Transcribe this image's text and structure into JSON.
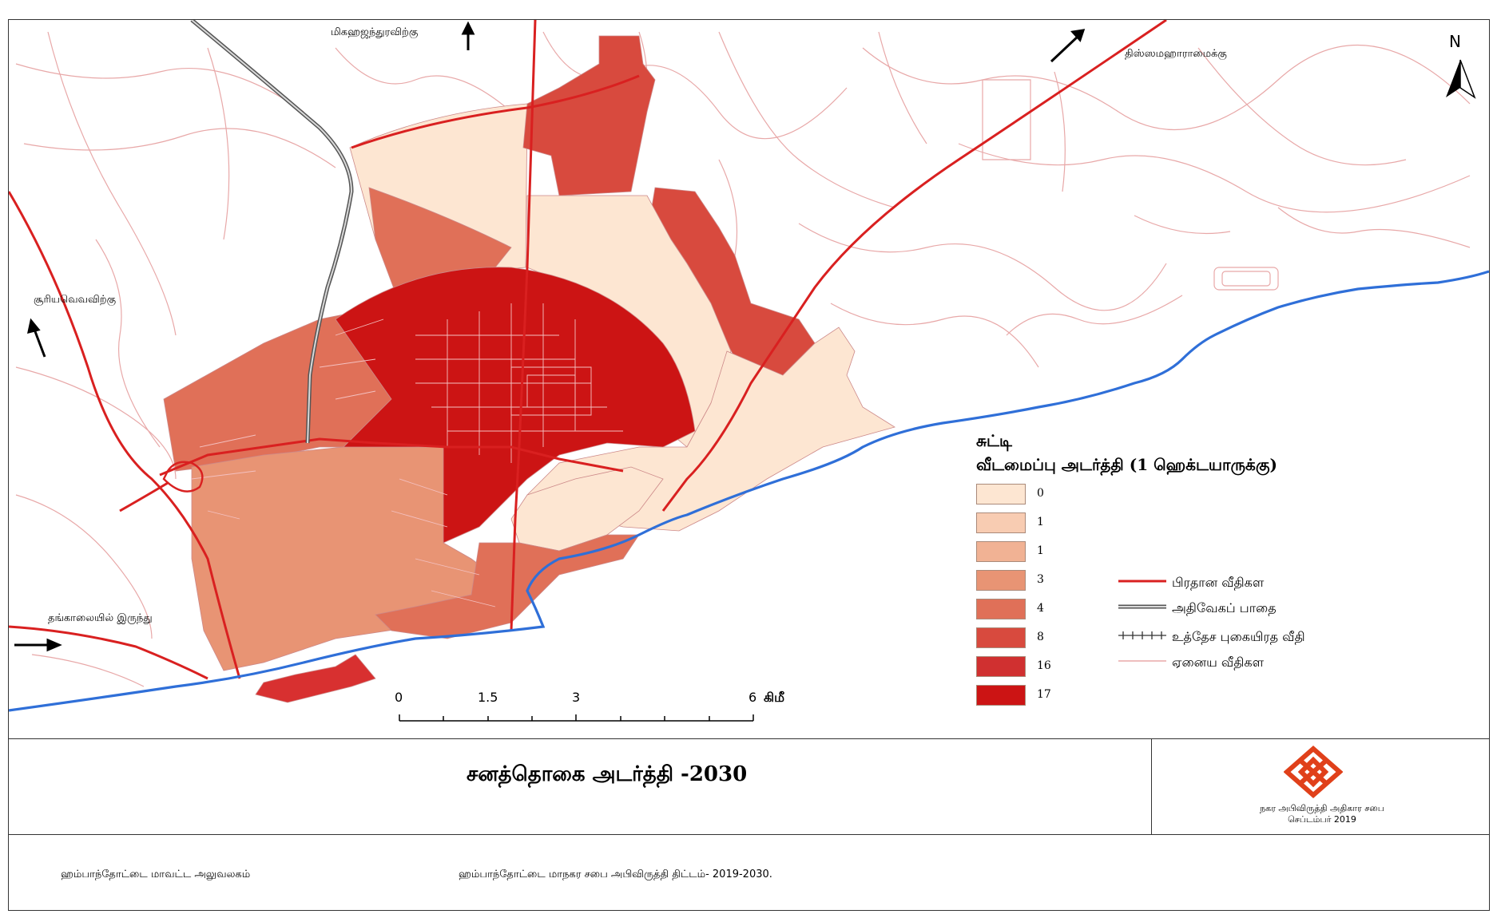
{
  "map": {
    "title": "சனத்தொகை அடர்த்தி -2030",
    "north_label": "N",
    "place_labels": {
      "top_center": "மிகஹஜந்துரவிற்கு",
      "top_right": "திஸ்ஸமஹாராமைக்கு",
      "left": "சூரியவெவவிற்கு",
      "bottom_left": "தங்காலையில் இருந்து"
    },
    "legend": {
      "heading": "சுட்டி",
      "subheading": "வீடமைப்பு அடர்த்தி (1 ஹெக்டயாருக்கு)",
      "classes": [
        {
          "label": "0",
          "color": "#fde6d2"
        },
        {
          "label": "1",
          "color": "#f8ccb2"
        },
        {
          "label": "1",
          "color": "#f1b294"
        },
        {
          "label": "3",
          "color": "#e89474"
        },
        {
          "label": "4",
          "color": "#e07058"
        },
        {
          "label": "8",
          "color": "#d84a3e"
        },
        {
          "label": "16",
          "color": "#d03030"
        },
        {
          "label": "17",
          "color": "#cc1414"
        }
      ],
      "roads": [
        {
          "label": "பிரதான வீதிகள",
          "style": "main-road"
        },
        {
          "label": "அதிவேகப் பாதை",
          "style": "expressway"
        },
        {
          "label": "உத்தேச புகையிரத வீதி",
          "style": "proposed-railway"
        },
        {
          "label": "ஏனைய வீதிகள",
          "style": "other-road"
        }
      ]
    },
    "scale_bar": {
      "ticks": [
        "0",
        "1.5",
        "3",
        "6"
      ],
      "unit": "கிமீ"
    },
    "colors": {
      "main_road": "#d92020",
      "coastline": "#2f6fd8",
      "other_road": "#e8a8a8",
      "expressway": "#555555"
    }
  },
  "logo": {
    "org": "நகர அபிவிருத்தி அதிகார சபை",
    "date": "செப்டம்பர் 2019"
  },
  "footer": {
    "left": "ஹம்பாந்தோட்டை மாவட்ட அலுவலகம்",
    "center": "ஹம்பாந்தோட்டை மாநகர சபை அபிவிருத்தி திட்டம்- 2019-2030."
  }
}
